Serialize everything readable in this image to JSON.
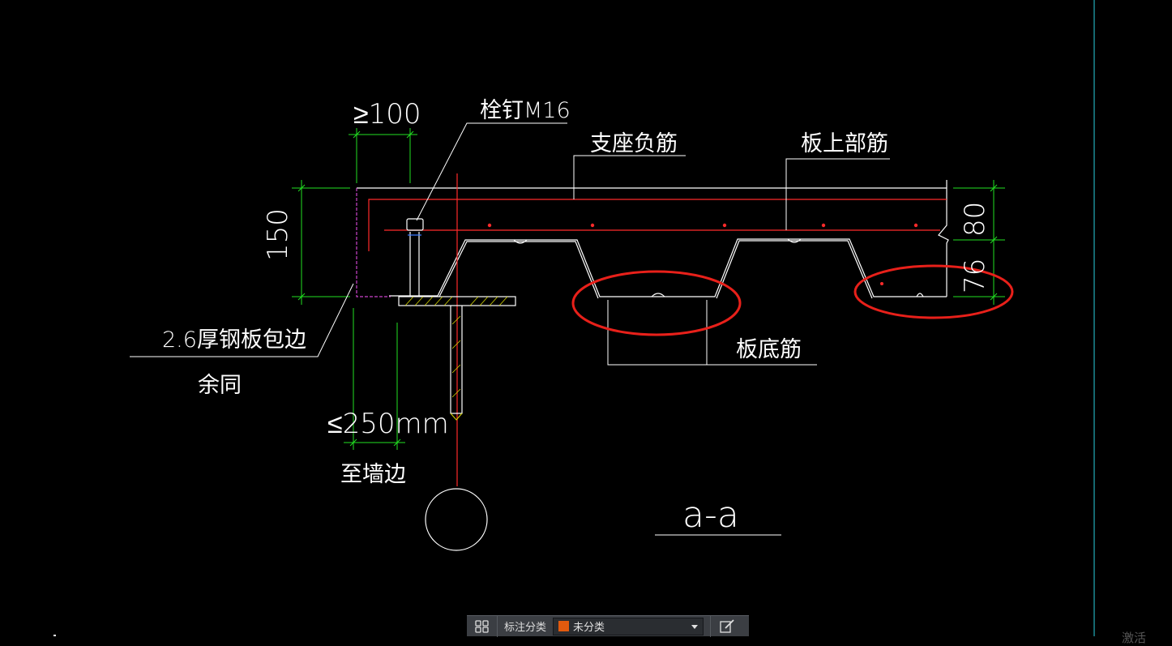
{
  "drawing": {
    "labels": {
      "dim_top_min": "≥100",
      "stud": "栓钉M16",
      "support_neg_rebar": "支座负筋",
      "top_rebar": "板上部筋",
      "dim_150": "150",
      "dim_80": "80",
      "dim_76": "76",
      "edge_plate": "2.6厚钢板包边",
      "same_below": "余同",
      "bottom_rebar": "板底筋",
      "dim_max_250": "≤250mm",
      "to_wall_edge": "至墙边",
      "section_name": "a-a"
    },
    "colors": {
      "background": "#000000",
      "line_white": "#ffffff",
      "rebar_red": "#ff2a2a",
      "dim_green": "#22e022",
      "hatch_yellow": "#d8d800",
      "highlight_red": "#e8201a",
      "edge_magenta": "#cc44cc",
      "frame_cyan": "#2ad0e0"
    }
  },
  "toolbar": {
    "grid_icon": "grid-view-icon",
    "category_label": "标注分类",
    "category_value": "未分类",
    "category_swatch_color": "#e25a0e",
    "edit_icon": "edit-icon"
  },
  "watermark": {
    "text": "激活"
  }
}
